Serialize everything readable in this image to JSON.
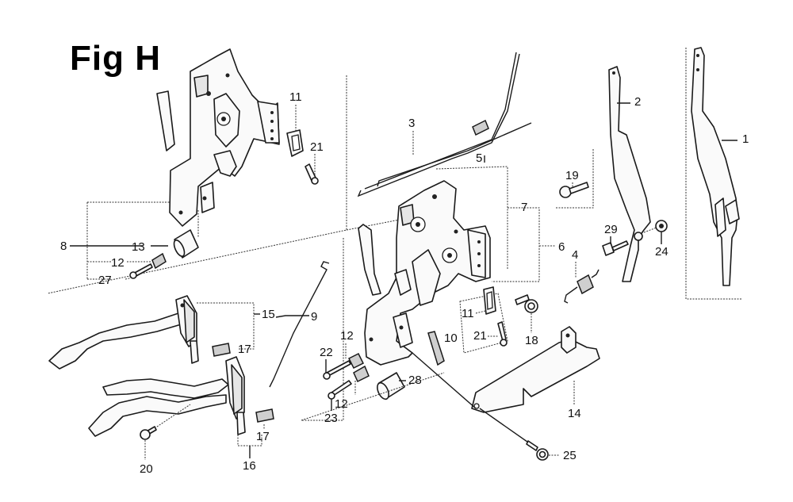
{
  "figure": {
    "title": "Fig H"
  },
  "callouts": [
    {
      "id": "c1",
      "label": "1",
      "part": "throttle-lever-long"
    },
    {
      "id": "c2",
      "label": "2",
      "part": "throttle-lever-short"
    },
    {
      "id": "c3",
      "label": "3",
      "part": "governor-rod"
    },
    {
      "id": "c4",
      "label": "4",
      "part": "spring"
    },
    {
      "id": "c5",
      "label": "5",
      "part": "governor-rod-spring"
    },
    {
      "id": "c6",
      "label": "6",
      "part": "control-base-assembly"
    },
    {
      "id": "c7",
      "label": "7",
      "part": "control-base"
    },
    {
      "id": "c8",
      "label": "8",
      "part": "control-base-assembly-alt"
    },
    {
      "id": "c9",
      "label": "9",
      "part": "choke-rod"
    },
    {
      "id": "c10",
      "label": "10",
      "part": "return-spring"
    },
    {
      "id": "c11a",
      "label": "11",
      "part": "wire-clamp"
    },
    {
      "id": "c11b",
      "label": "11",
      "part": "wire-clamp"
    },
    {
      "id": "c12a",
      "label": "12",
      "part": "spring"
    },
    {
      "id": "c12b",
      "label": "12",
      "part": "spring"
    },
    {
      "id": "c12c",
      "label": "12",
      "part": "spring"
    },
    {
      "id": "c13",
      "label": "13",
      "part": "collar"
    },
    {
      "id": "c14",
      "label": "14",
      "part": "lever-plate"
    },
    {
      "id": "c15",
      "label": "15",
      "part": "control-lever-assembly"
    },
    {
      "id": "c16",
      "label": "16",
      "part": "control-lever-assembly-double"
    },
    {
      "id": "c17a",
      "label": "17",
      "part": "lever-spring"
    },
    {
      "id": "c17b",
      "label": "17",
      "part": "lever-spring"
    },
    {
      "id": "c18",
      "label": "18",
      "part": "flange-bolt"
    },
    {
      "id": "c19",
      "label": "19",
      "part": "bolt"
    },
    {
      "id": "c20",
      "label": "20",
      "part": "flange-bolt"
    },
    {
      "id": "c21a",
      "label": "21",
      "part": "screw"
    },
    {
      "id": "c21b",
      "label": "21",
      "part": "screw"
    },
    {
      "id": "c22",
      "label": "22",
      "part": "screw"
    },
    {
      "id": "c23",
      "label": "23",
      "part": "screw"
    },
    {
      "id": "c24",
      "label": "24",
      "part": "nut"
    },
    {
      "id": "c25",
      "label": "25",
      "part": "flange-bolt"
    },
    {
      "id": "c27",
      "label": "27",
      "part": "screw"
    },
    {
      "id": "c28",
      "label": "28",
      "part": "collar"
    },
    {
      "id": "c29",
      "label": "29",
      "part": "bolt"
    }
  ]
}
